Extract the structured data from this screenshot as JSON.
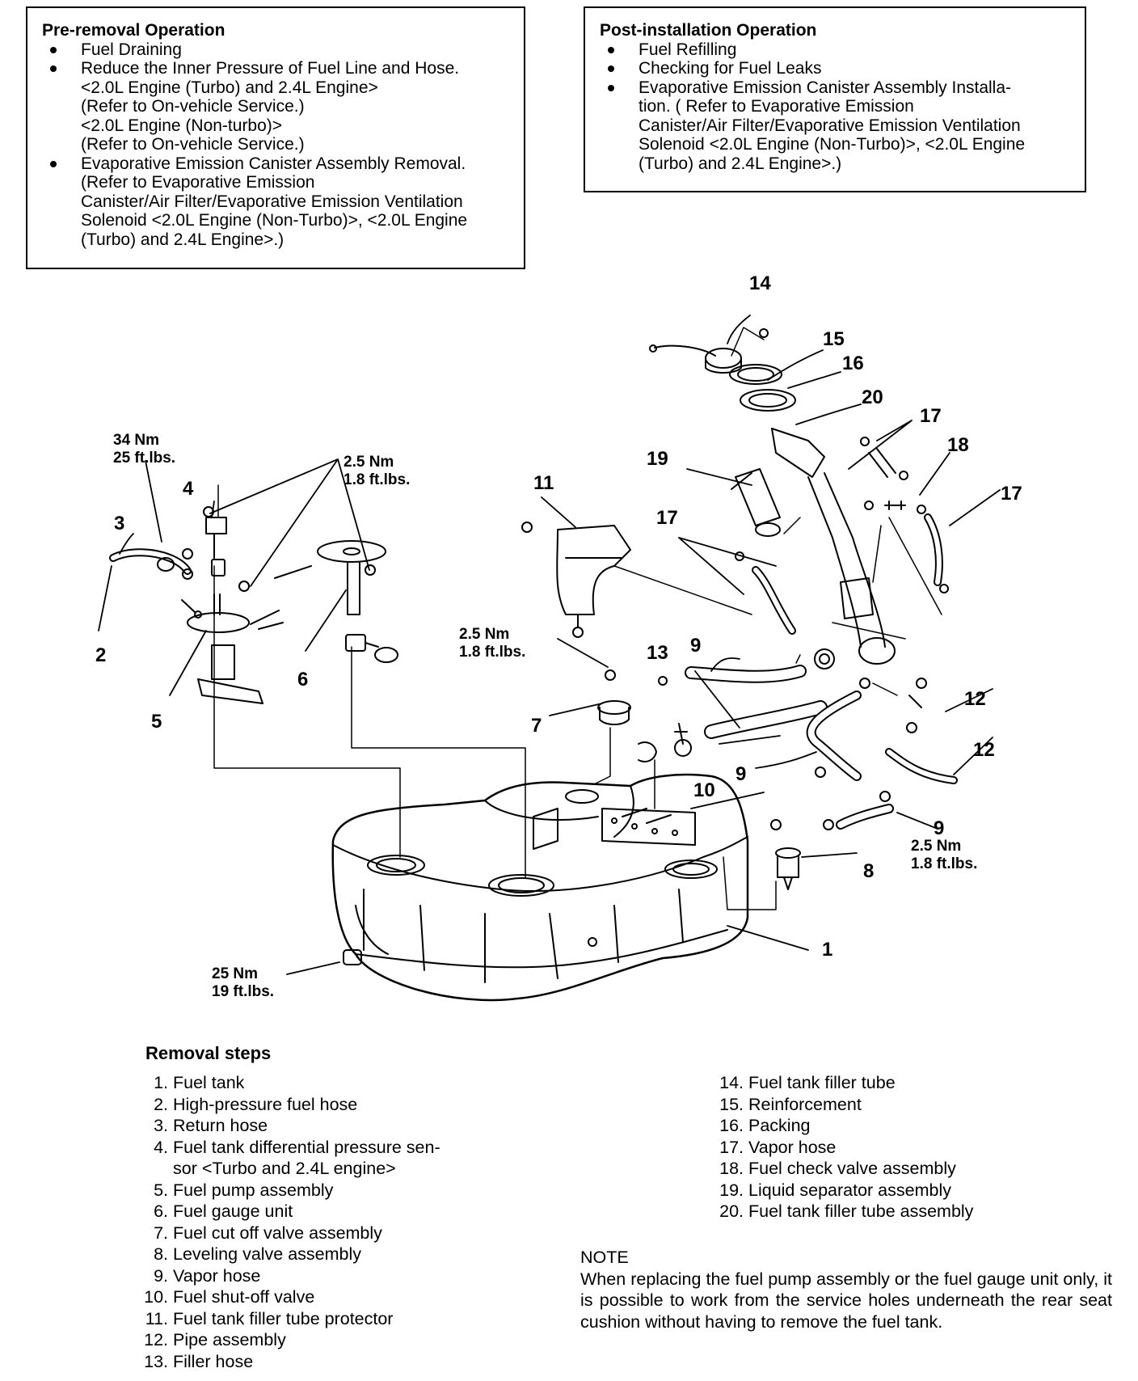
{
  "pre_removal": {
    "title": "Pre-removal Operation",
    "items": [
      {
        "lines": [
          "Fuel Draining"
        ]
      },
      {
        "lines": [
          "Reduce the Inner Pressure of Fuel Line and Hose.",
          "<2.0L Engine (Turbo) and 2.4L Engine>",
          "(Refer to On-vehicle Service.)",
          "<2.0L Engine (Non-turbo)>",
          "(Refer to On-vehicle Service.)"
        ]
      },
      {
        "lines": [
          "Evaporative Emission Canister Assembly Removal.",
          "(Refer to Evaporative Emission",
          "Canister/Air Filter/Evaporative Emission Ventilation",
          "Solenoid <2.0L Engine (Non-Turbo)>, <2.0L Engine",
          "(Turbo) and 2.4L Engine>.)"
        ]
      }
    ]
  },
  "post_installation": {
    "title": "Post-installation Operation",
    "items": [
      {
        "lines": [
          "Fuel Refilling"
        ]
      },
      {
        "lines": [
          "Checking for Fuel Leaks"
        ]
      },
      {
        "lines": [
          "Evaporative Emission Canister Assembly Installa-",
          "tion. ( Refer to Evaporative Emission",
          "Canister/Air Filter/Evaporative Emission Ventilation",
          "Solenoid <2.0L Engine (Non-Turbo)>, <2.0L Engine",
          "(Turbo) and 2.4L Engine>.)"
        ]
      }
    ]
  },
  "diagram": {
    "callouts": {
      "c1": "1",
      "c2": "2",
      "c3": "3",
      "c4": "4",
      "c5": "5",
      "c6": "6",
      "c7": "7",
      "c8": "8",
      "c9a": "9",
      "c9b": "9",
      "c9c": "9",
      "c10": "10",
      "c11": "11",
      "c12a": "12",
      "c12b": "12",
      "c13": "13",
      "c14": "14",
      "c15": "15",
      "c16": "16",
      "c17a": "17",
      "c17b": "17",
      "c17c": "17",
      "c18": "18",
      "c19": "19",
      "c20": "20"
    },
    "torques": {
      "t34": {
        "nm": "34 Nm",
        "ft": "25 ft.lbs."
      },
      "t25a": {
        "nm": "2.5 Nm",
        "ft": "1.8 ft.lbs."
      },
      "t25b": {
        "nm": "2.5 Nm",
        "ft": "1.8 ft.lbs."
      },
      "t25c": {
        "nm": "2.5 Nm",
        "ft": "1.8 ft.lbs."
      },
      "t25n": {
        "nm": "25 Nm",
        "ft": "19 ft.lbs."
      }
    }
  },
  "removal": {
    "title": "Removal steps",
    "steps_left": [
      {
        "num": "1.",
        "text": "Fuel tank"
      },
      {
        "num": "2.",
        "text": "High-pressure fuel hose"
      },
      {
        "num": "3.",
        "text": "Return hose"
      },
      {
        "num": "4.",
        "text": "Fuel tank differential pressure sen-",
        "cont": "sor <Turbo and 2.4L engine>"
      },
      {
        "num": "5.",
        "text": "Fuel pump assembly"
      },
      {
        "num": "6.",
        "text": "Fuel gauge unit"
      },
      {
        "num": "7.",
        "text": "Fuel cut off valve assembly"
      },
      {
        "num": "8.",
        "text": "Leveling valve assembly"
      },
      {
        "num": "9.",
        "text": "Vapor hose"
      },
      {
        "num": "10.",
        "text": "Fuel shut-off valve"
      },
      {
        "num": "11.",
        "text": "Fuel tank filler tube protector"
      },
      {
        "num": "12.",
        "text": "Pipe assembly"
      },
      {
        "num": "13.",
        "text": "Filler hose"
      }
    ],
    "steps_right": [
      {
        "num": "14.",
        "text": "Fuel tank filler tube"
      },
      {
        "num": "15.",
        "text": "Reinforcement"
      },
      {
        "num": "16.",
        "text": "Packing"
      },
      {
        "num": "17.",
        "text": "Vapor hose"
      },
      {
        "num": "18.",
        "text": "Fuel check valve assembly"
      },
      {
        "num": "19.",
        "text": "Liquid separator assembly"
      },
      {
        "num": "20.",
        "text": "Fuel tank filler tube assembly"
      }
    ]
  },
  "note": {
    "title": "NOTE",
    "body": "When replacing the fuel pump assembly or the fuel gauge unit only, it is possible to work from the service holes underneath the rear seat cushion without having to remove the fuel tank."
  }
}
